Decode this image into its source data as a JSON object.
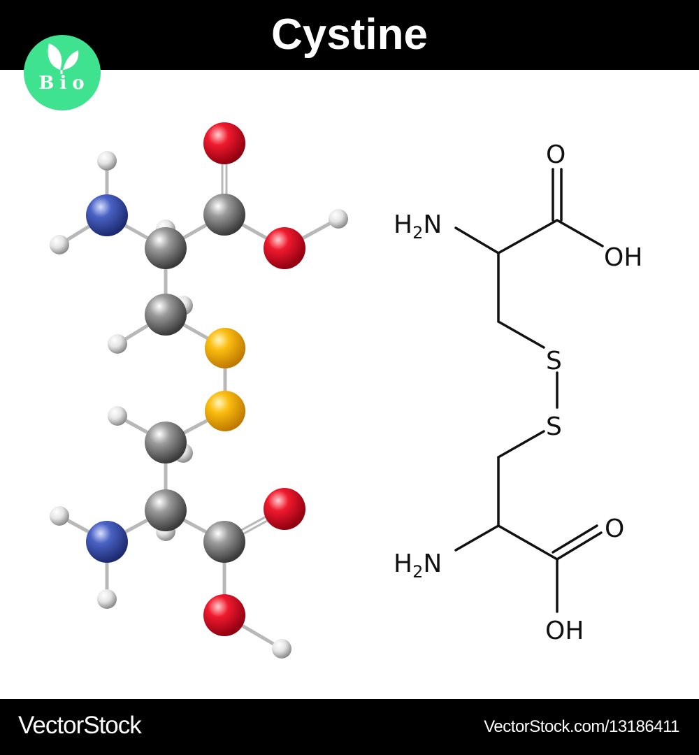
{
  "header": {
    "title": "Cystine"
  },
  "logo": {
    "text": "Bio",
    "color": "#3fe28f"
  },
  "structural_formula": {
    "top": {
      "amine": "H",
      "amine_sub": "2",
      "amine_n": "N",
      "carbonyl_o": "O",
      "hydroxyl": "OH",
      "sulfur": "S"
    },
    "bottom": {
      "amine": "H",
      "amine_sub": "2",
      "amine_n": "N",
      "carbonyl_o": "O",
      "hydroxyl": "OH",
      "sulfur": "S"
    }
  },
  "atom_colors": {
    "C": "#8a8a8a",
    "O": "#e8172c",
    "N": "#3e55b8",
    "S": "#f5b40a",
    "H": "#e6e6e6"
  },
  "footer": {
    "brand": "VectorStock",
    "url": "VectorStock.com/13186411"
  }
}
